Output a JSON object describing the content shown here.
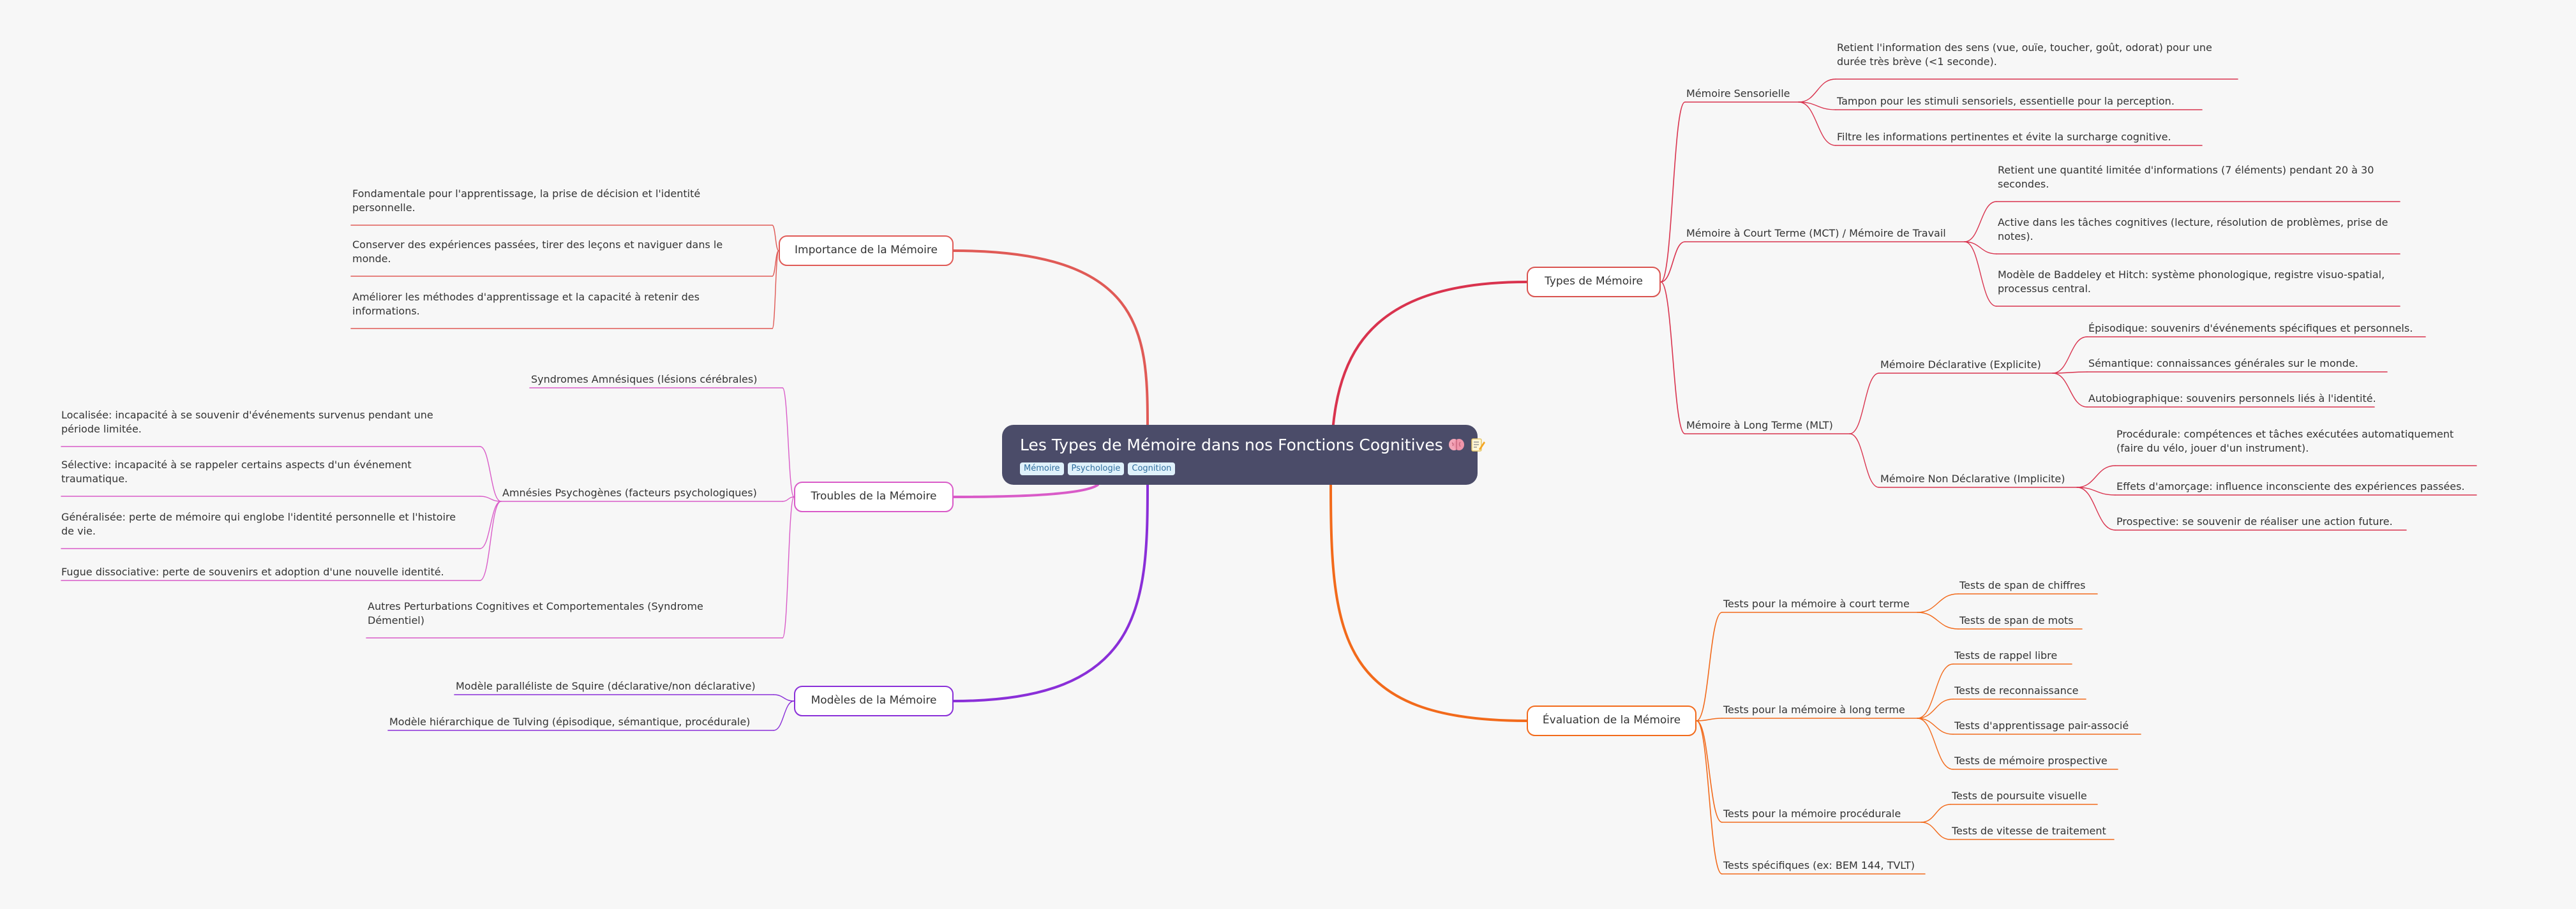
{
  "root": {
    "title": "Les Types de Mémoire dans nos Fonctions Cognitives",
    "tags": [
      "Mémoire",
      "Psychologie",
      "Cognition"
    ],
    "icons": [
      "brain-icon",
      "memo-icon"
    ]
  },
  "colors": {
    "types": "#d9334e",
    "evaluation": "#f26a1b",
    "importance": "#e05a56",
    "troubles": "#d95bc8",
    "modeles": "#8a2fd8",
    "root_bg": "#4b4c69",
    "tag_bg": "#dff1fb",
    "tag_text": "#2f6e9e"
  },
  "types": {
    "label": "Types de Mémoire",
    "sensorielle": {
      "label": "Mémoire Sensorielle",
      "items": [
        "Retient l'information des sens (vue, ouïe, toucher, goût, odorat) pour une durée très brève (<1 seconde).",
        "Tampon pour les stimuli sensoriels, essentielle pour la perception.",
        "Filtre les informations pertinentes et évite la surcharge cognitive."
      ]
    },
    "mct": {
      "label": "Mémoire à Court Terme (MCT) / Mémoire de Travail",
      "items": [
        "Retient une quantité limitée d'informations (7 éléments) pendant 20 à 30 secondes.",
        "Active dans les tâches cognitives (lecture, résolution de problèmes, prise de notes).",
        "Modèle de Baddeley et Hitch: système phonologique, registre visuo-spatial, processus central."
      ]
    },
    "mlt": {
      "label": "Mémoire à Long Terme (MLT)",
      "declarative": {
        "label": "Mémoire Déclarative (Explicite)",
        "items": [
          "Épisodique: souvenirs d'événements spécifiques et personnels.",
          "Sémantique: connaissances générales sur le monde.",
          "Autobiographique: souvenirs personnels liés à l'identité."
        ]
      },
      "non_declarative": {
        "label": "Mémoire Non Déclarative (Implicite)",
        "items": [
          "Procédurale: compétences et tâches exécutées automatiquement (faire du vélo, jouer d'un instrument).",
          "Effets d'amorçage: influence inconsciente des expériences passées.",
          "Prospective: se souvenir de réaliser une action future."
        ]
      }
    }
  },
  "evaluation": {
    "label": "Évaluation de la Mémoire",
    "court": {
      "label": "Tests pour la mémoire à court terme",
      "items": [
        "Tests de span de chiffres",
        "Tests de span de mots"
      ]
    },
    "long": {
      "label": "Tests pour la mémoire à long terme",
      "items": [
        "Tests de rappel libre",
        "Tests de reconnaissance",
        "Tests d'apprentissage pair-associé",
        "Tests de mémoire prospective"
      ]
    },
    "procedurale": {
      "label": "Tests pour la mémoire procédurale",
      "items": [
        "Tests de poursuite visuelle",
        "Tests de vitesse de traitement"
      ]
    },
    "specifiques": {
      "label": "Tests spécifiques (ex: BEM 144, TVLT)"
    }
  },
  "importance": {
    "label": "Importance de la Mémoire",
    "items": [
      "Fondamentale pour l'apprentissage, la prise de décision et l'identité personnelle.",
      "Conserver des expériences passées, tirer des leçons et naviguer dans le monde.",
      "Améliorer les méthodes d'apprentissage et la capacité à retenir des informations."
    ]
  },
  "troubles": {
    "label": "Troubles de la Mémoire",
    "syndromes": {
      "label": "Syndromes Amnésiques (lésions cérébrales)"
    },
    "psychogenes": {
      "label": "Amnésies Psychogènes (facteurs psychologiques)",
      "items": [
        "Localisée: incapacité à se souvenir d'événements survenus pendant une période limitée.",
        "Sélective: incapacité à se rappeler certains aspects d'un événement traumatique.",
        "Généralisée: perte de mémoire qui englobe l'identité personnelle et l'histoire de vie.",
        "Fugue dissociative: perte de souvenirs et adoption d'une nouvelle identité."
      ]
    },
    "autres": {
      "label": "Autres Perturbations Cognitives et Comportementales (Syndrome Démentiel)"
    }
  },
  "modeles": {
    "label": "Modèles de la Mémoire",
    "items": [
      "Modèle paralléliste de Squire (déclarative/non déclarative)",
      "Modèle hiérarchique de Tulving (épisodique, sémantique, procédurale)"
    ]
  }
}
